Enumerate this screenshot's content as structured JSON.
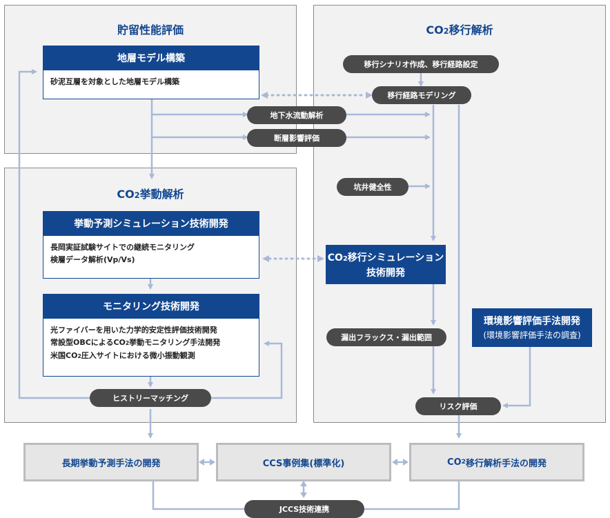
{
  "panels": {
    "storage_title": "貯留性能評価",
    "migration_title_pre": "CO",
    "migration_title_sub": "2",
    "migration_title_post": "移行解析",
    "behavior_title_pre": "CO",
    "behavior_title_sub": "2",
    "behavior_title_post": "挙動解析"
  },
  "geo_model": {
    "header": "地層モデル構築",
    "body": "砂泥互層を対象とした地層モデル構築"
  },
  "behavior_sim": {
    "header": "挙動予測シミュレーション技術開発",
    "line1": "長岡実証試験サイトでの継続モニタリング",
    "line2": "検層データ解析(Vp/Vs)"
  },
  "monitoring": {
    "header": "モニタリング技術開発",
    "line1": "光ファイバーを用いた力学的安定性評価技術開発",
    "line2_pre": "常設型OBCによるCO",
    "line2_sub": "2",
    "line2_post": "挙動モニタリング手法開発",
    "line3_pre": "米国CO",
    "line3_sub": "2",
    "line3_post": "圧入サイトにおける微小振動観測"
  },
  "pills": {
    "scenario": "移行シナリオ作成、移行経路設定",
    "path_modeling": "移行経路モデリング",
    "groundwater": "地下水流動解析",
    "fault": "断層影響評価",
    "well": "坑井健全性",
    "leak": "漏出フラックス・漏出範囲",
    "risk": "リスク評価",
    "history": "ヒストリーマッチング",
    "jccs": "JCCS技術連携"
  },
  "migration_sim": {
    "line1_pre": "CO",
    "line1_sub": "2",
    "line1_post": "移行シミュレーション",
    "line2": "技術開発"
  },
  "env_eval": {
    "title": "環境影響評価手法開発",
    "subtitle": "(環境影響評価手法の調査)"
  },
  "bottom": {
    "long_term": "長期挙動予測手法の開発",
    "ccs_cases": "CCS事例集(標準化)",
    "co2_pre": "CO",
    "co2_sub": "2",
    "co2_post": "移行解析手法の開発"
  },
  "colors": {
    "accent_blue": "#12468f",
    "pill_gray": "#4a4a4a",
    "connector": "#a8b8d8",
    "panel_bg": "#f2f2f2"
  }
}
